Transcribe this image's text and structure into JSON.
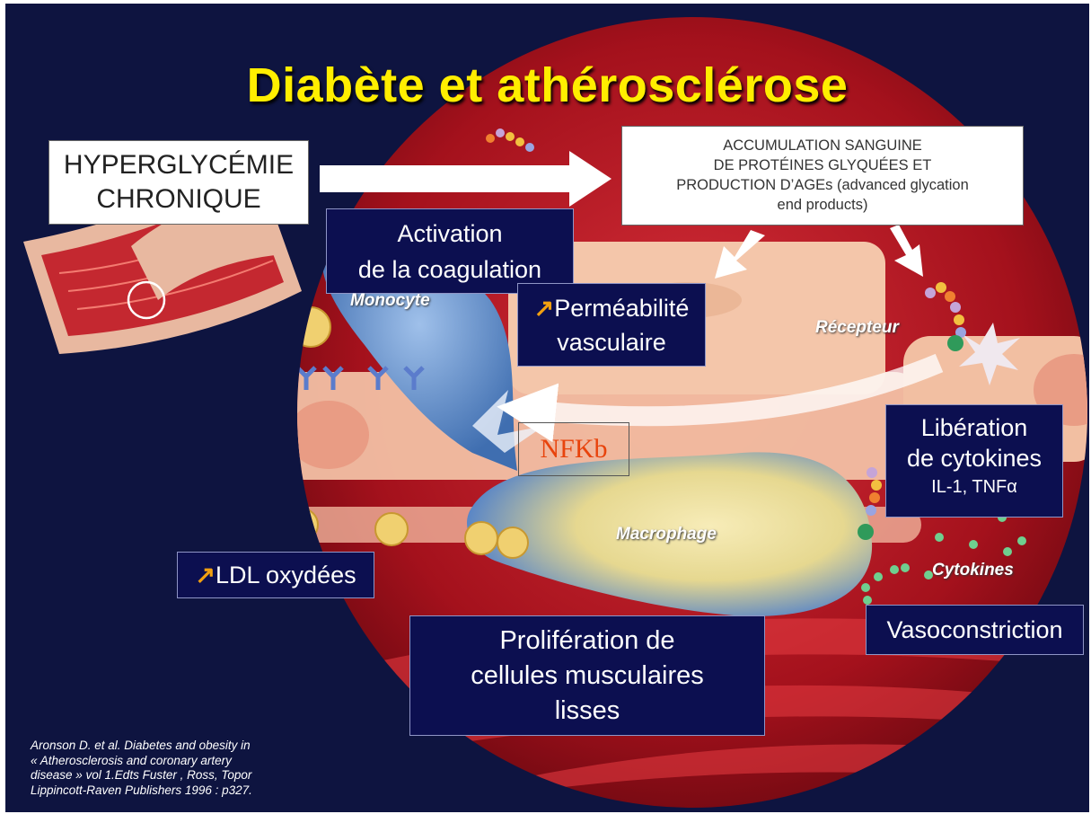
{
  "title": "Diabète et athérosclérose",
  "boxes": {
    "hyperglycemia": [
      "HYPERGLYCÉMIE",
      "CHRONIQUE"
    ],
    "accumulation": [
      "ACCUMULATION SANGUINE",
      "DE PROTÉINES GLYQUÉES ET",
      "PRODUCTION D’AGEs (advanced glycation",
      "end products)"
    ],
    "coagulation": [
      "Activation",
      "de la coagulation"
    ],
    "permeability": [
      "Perméabilité",
      "vasculaire"
    ],
    "nfkb": "NFKb",
    "cytokine_release": [
      "Libération",
      "de cytokines",
      "IL-1, TNFα"
    ],
    "ldl": "LDL oxydées",
    "proliferation": [
      "Prolifération de",
      "cellules musculaires",
      "lisses"
    ],
    "vasoconstriction": "Vasoconstriction"
  },
  "cell_labels": {
    "monocyte": "Monocyte",
    "receptor": "Récepteur",
    "macrophage": "Macrophage",
    "cytokines": "Cytokines"
  },
  "reference": "Aronson D. et al. Diabetes and obesity in\n« Atherosclerosis and coronary artery\ndisease » vol 1.Edts Fuster , Ross, Topor\nLippincott-Raven Publishers 1996  : p327.",
  "colors": {
    "background": "#0e1440",
    "title": "#ffee00",
    "box_navy": "#0c0f50",
    "vessel_red": "#b4121e",
    "increase_arrow": "#f2a010",
    "nfkb_text": "#e8430c"
  }
}
